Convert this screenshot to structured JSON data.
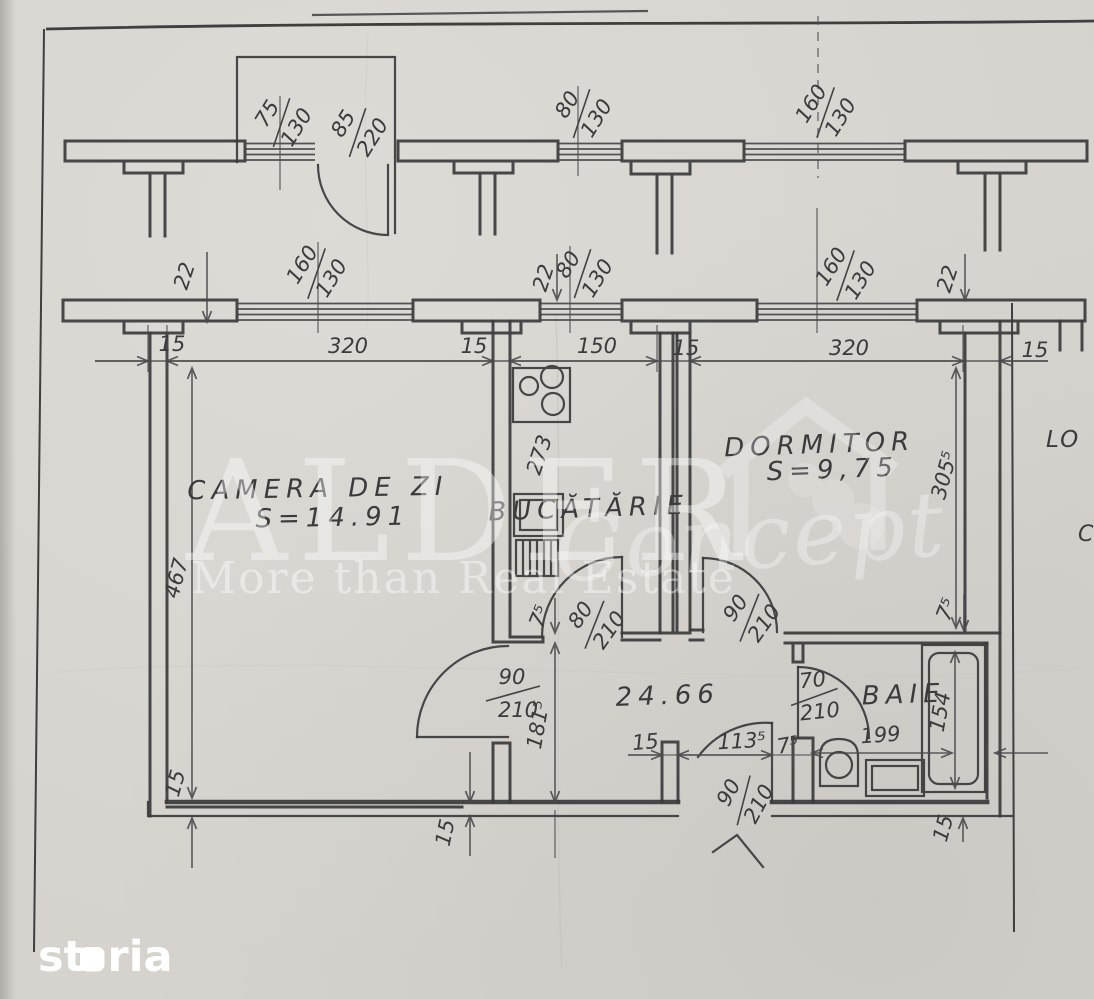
{
  "drawing": {
    "rooms": {
      "living": {
        "name": "CAMERA DE ZI",
        "area": "S=14.91"
      },
      "kitchen": {
        "name": "BUCĂTĂRIE"
      },
      "bedroom": {
        "name": "DORMITOR",
        "area": "S=9,75"
      },
      "bathroom": {
        "name": "BAIE"
      },
      "hallway": {
        "area": "24.66"
      }
    },
    "openings": {
      "window_75": {
        "num": "75",
        "den": "130"
      },
      "door_85": {
        "num": "85",
        "den": "220"
      },
      "window_80": {
        "num": "80",
        "den": "130"
      },
      "window_160": {
        "num": "160",
        "den": "130"
      },
      "door_80": {
        "num": "80",
        "den": "210"
      },
      "door_90": {
        "num": "90",
        "den": "210"
      },
      "door_70": {
        "num": "70",
        "den": "210"
      }
    },
    "dims": {
      "d15": "15",
      "d22": "22",
      "d320": "320",
      "d150": "150",
      "d467": "467",
      "d273": "273",
      "d154": "154",
      "d199": "199",
      "d181_5": "181⁵",
      "d113_5": "113⁵",
      "d305_5": "305⁵",
      "d7_5": "7⁵"
    },
    "edge_labels": {
      "loggia": "LO",
      "c": "C"
    }
  },
  "watermark": {
    "brand": "ALDER",
    "script": "Concept",
    "tagline": "More than Real Estate"
  },
  "logo": {
    "part1": "st",
    "part2": "ria"
  },
  "colors": {
    "paper": "#d6d3ce",
    "ink": "#3b3a3c",
    "watermark": "#ffffff"
  }
}
